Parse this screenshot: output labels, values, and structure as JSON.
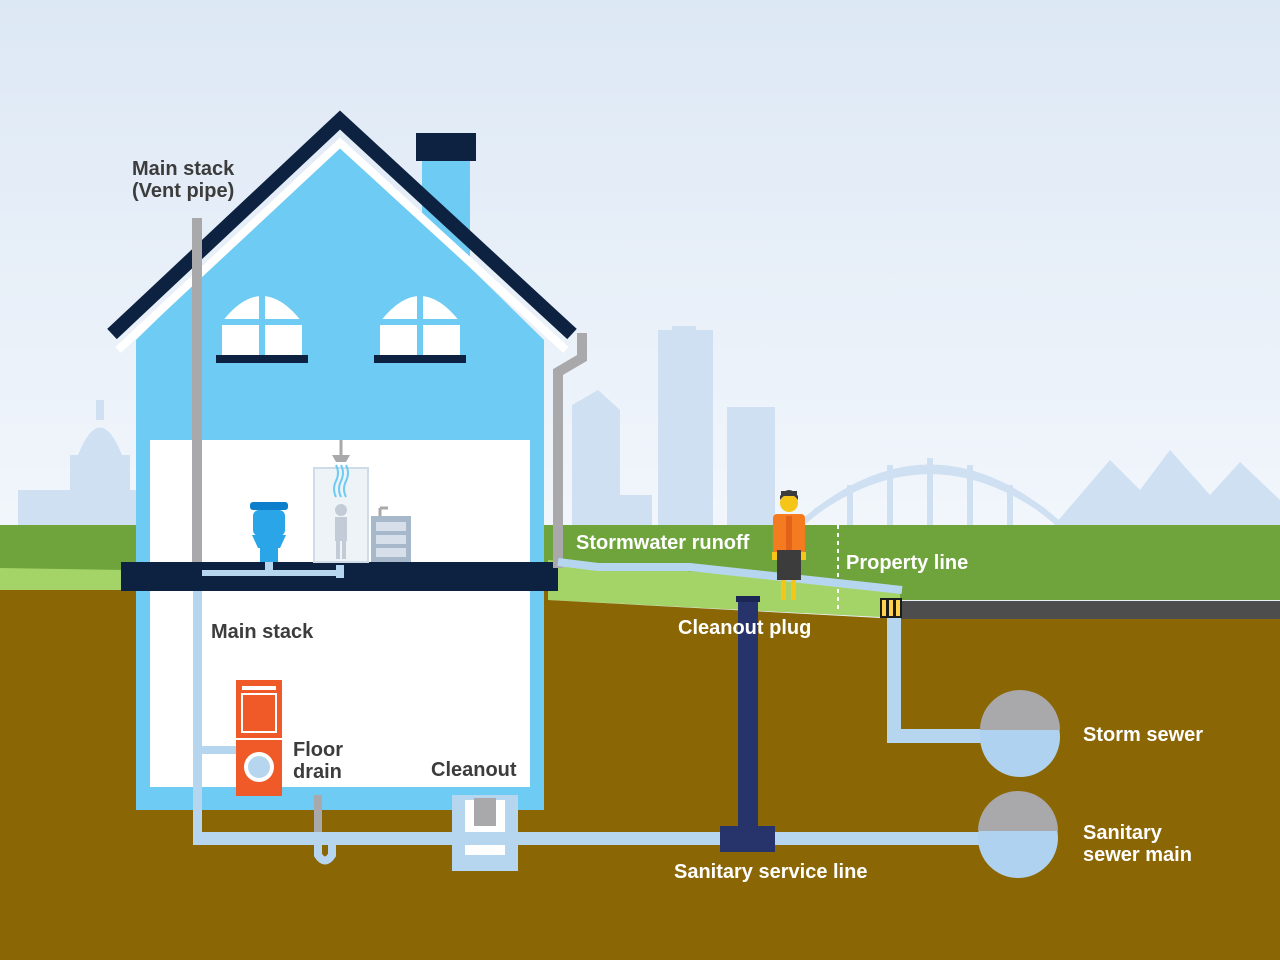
{
  "labels": {
    "main_stack_vent": [
      "Main stack",
      "(Vent pipe)"
    ],
    "main_stack": "Main stack",
    "floor_drain": [
      "Floor",
      "drain"
    ],
    "cleanout": "Cleanout",
    "stormwater_runoff": "Stormwater runoff",
    "property_line": "Property line",
    "cleanout_plug": "Cleanout plug",
    "storm_sewer": "Storm sewer",
    "sanitary_sewer_main": [
      "Sanitary",
      "sewer main"
    ],
    "sanitary_service_line": "Sanitary service line"
  },
  "colors": {
    "sky_top": "#dfe9f6",
    "sky_bottom": "#f3f7fc",
    "skyline": "#cfe0f2",
    "grass": "#6fa33c",
    "grass_light": "#a4d468",
    "soil": "#8b6604",
    "house": "#6ecbf3",
    "roof": "#0d2240",
    "pipe_light": "#b6d6f0",
    "pipe_gray": "#a9a9ab",
    "plug_pipe": "#27336b",
    "washer": "#f05a28",
    "person_jacket": "#f47b20",
    "street": "#4d4d4d",
    "water": "#aed2ef"
  },
  "icons": [
    "toilet-icon",
    "shower-icon",
    "vanity-icon",
    "washer-dryer-icon",
    "person-icon",
    "window-icon",
    "chimney-icon",
    "bridge-icon"
  ]
}
